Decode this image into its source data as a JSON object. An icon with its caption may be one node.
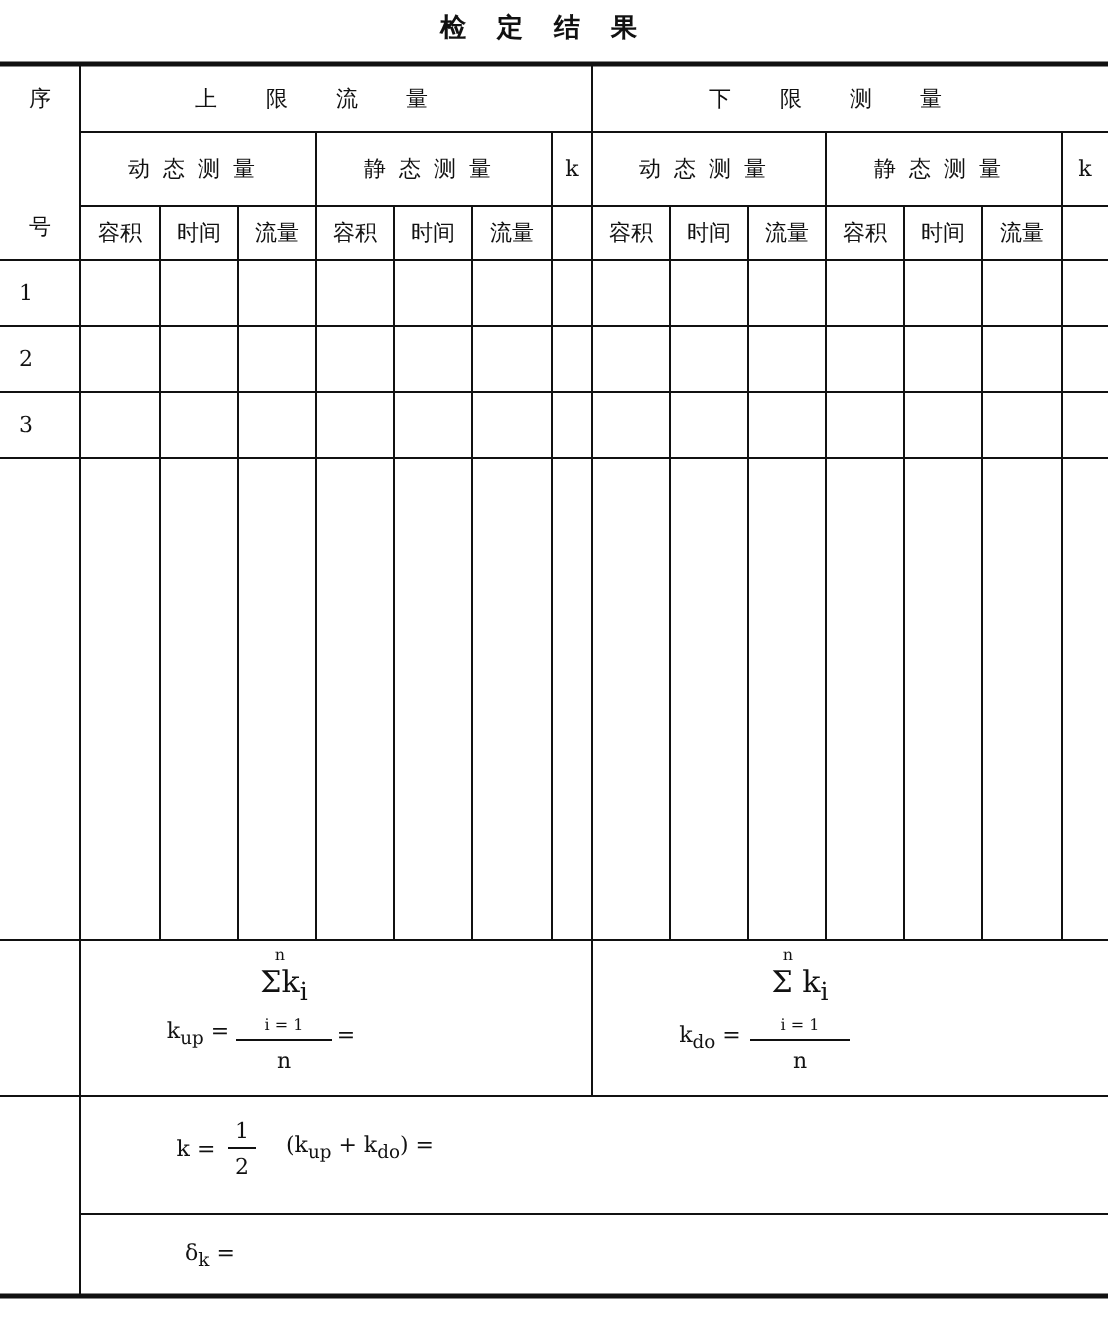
{
  "diagram": {
    "title": "检定结果",
    "labels": [
      "序",
      "上限流量",
      "下限测量",
      "动态测量",
      "静态测量",
      "k",
      "动态测量",
      "静态测量",
      "k",
      "号",
      "容积",
      "时间",
      "流量",
      "容积",
      "时间",
      "流量",
      "容积",
      "时间",
      "流量",
      "容积",
      "时间",
      "流量",
      "1",
      "2",
      "3",
      "k$_{up}$ =",
      "n",
      "Σk$_{i}$",
      "i = 1",
      "n",
      "=",
      "k$_{do}$ =",
      "n",
      "Σ k$_{i}$",
      "i = 1",
      "n",
      "k =",
      "1",
      "2",
      "(k$_{up}$ + k$_{do}$) =",
      "δ$_{k}$ ="
    ]
  }
}
